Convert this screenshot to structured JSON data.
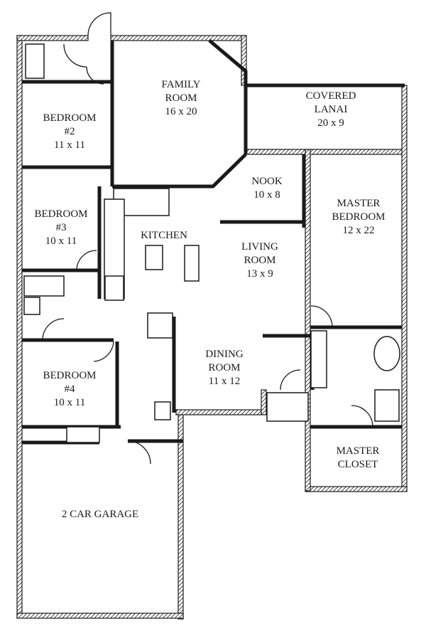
{
  "rooms": {
    "family_room": {
      "name_1": "FAMILY",
      "name_2": "ROOM",
      "size": "16 x 20"
    },
    "covered_lanai": {
      "name_1": "COVERED",
      "name_2": "LANAI",
      "size": "20 x 9"
    },
    "bedroom_2": {
      "name": "BEDROOM",
      "number": "#2",
      "size": "11 x 11"
    },
    "nook": {
      "name": "NOOK",
      "size": "10 x 8"
    },
    "master_bedroom": {
      "name_1": "MASTER",
      "name_2": "BEDROOM",
      "size": "12 x 22"
    },
    "bedroom_3": {
      "name": "BEDROOM",
      "number": "#3",
      "size": "10 x 11"
    },
    "kitchen": {
      "name": "KITCHEN"
    },
    "living_room": {
      "name_1": "LIVING",
      "name_2": "ROOM",
      "size": "13 x 9"
    },
    "dining_room": {
      "name_1": "DINING",
      "name_2": "ROOM",
      "size": "11 x 12"
    },
    "bedroom_4": {
      "name": "BEDROOM",
      "number": "#4",
      "size": "10 x 11"
    },
    "master_closet": {
      "name_1": "MASTER",
      "name_2": "CLOSET"
    },
    "garage": {
      "name": "2 CAR GARAGE"
    }
  }
}
